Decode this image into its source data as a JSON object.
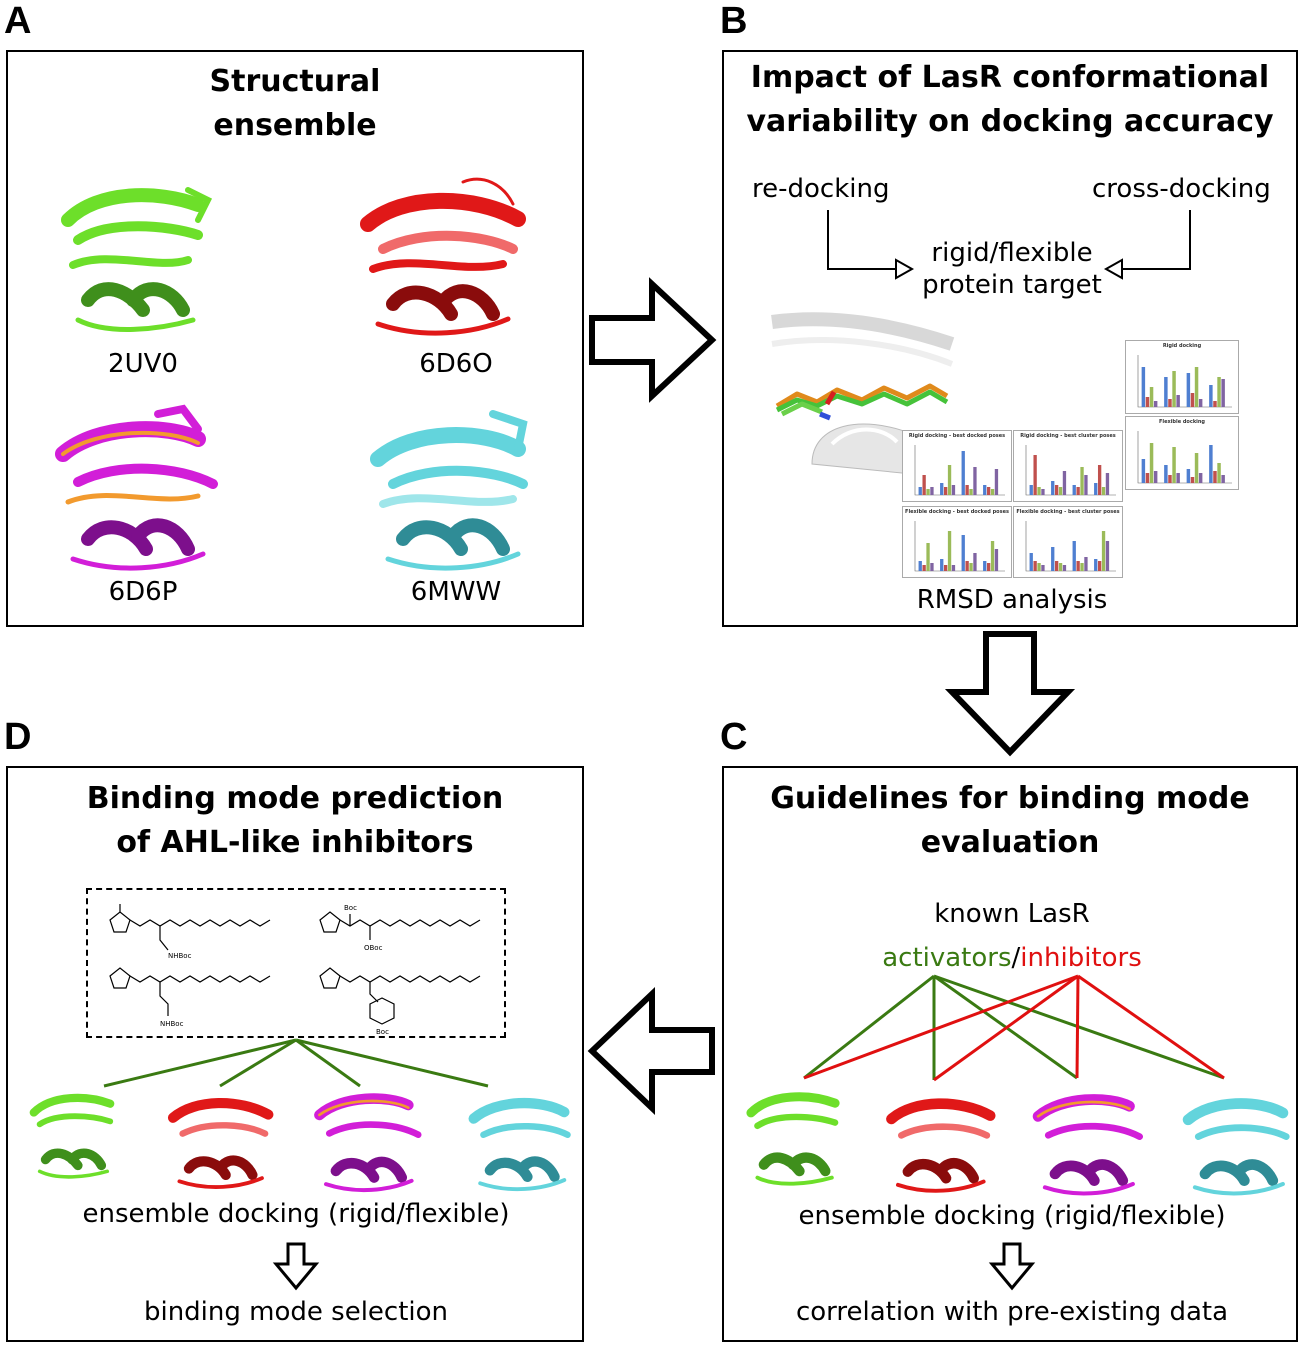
{
  "panels": {
    "A": {
      "label": "A",
      "title_lines": [
        "Structural",
        "ensemble"
      ],
      "structures": [
        {
          "id": "2UV0",
          "color": "#6ddf2a",
          "dark": "#3f8f1c"
        },
        {
          "id": "6D6O",
          "color": "#e01818",
          "dark": "#8a0c0c"
        },
        {
          "id": "6D6P",
          "color": "#d21ed8",
          "dark": "#7d0f8c",
          "accent": "#f29a2e"
        },
        {
          "id": "6MWW",
          "color": "#63d4dc",
          "dark": "#2f8c96"
        }
      ]
    },
    "B": {
      "label": "B",
      "title_lines": [
        "Impact of LasR conformational",
        "variability on docking accuracy"
      ],
      "redocking": "re-docking",
      "crossdocking": "cross-docking",
      "target_lines": [
        "rigid/flexible",
        "protein target"
      ],
      "rmsd_caption": "RMSD analysis",
      "mini_charts": [
        "Rigid docking",
        "Flexible docking",
        "Rigid docking - best docked poses",
        "Rigid docking - best cluster poses",
        "Flexible docking - best docked poses",
        "Flexible docking - best cluster poses"
      ]
    },
    "C": {
      "label": "C",
      "title_lines": [
        "Guidelines for binding mode",
        "evaluation"
      ],
      "known": "known LasR",
      "activators": "activators",
      "slash": "/",
      "inhibitors": "inhibitors",
      "activator_color": "#3a7a12",
      "inhibitor_color": "#e01010",
      "ensemble": "ensemble docking (rigid/flexible)",
      "result": "correlation with pre-existing data"
    },
    "D": {
      "label": "D",
      "title_lines": [
        "Binding mode prediction",
        "of AHL-like inhibitors"
      ],
      "molecule_labels": [
        "NHBoc",
        "Boc",
        "OBoc",
        "NHBoc",
        "Boc"
      ],
      "ensemble": "ensemble docking (rigid/flexible)",
      "result": "binding mode selection"
    }
  }
}
